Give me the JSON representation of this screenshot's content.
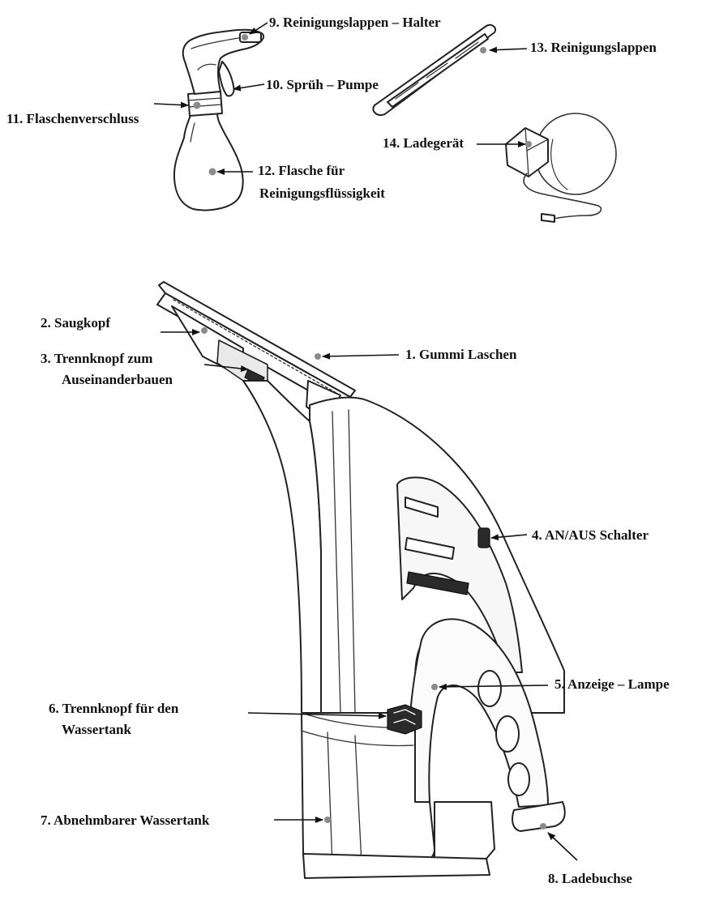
{
  "labels": {
    "l1": "1. Gummi Laschen",
    "l2": "2. Saugkopf",
    "l3a": "3. Trennknopf zum",
    "l3b": "Auseinanderbauen",
    "l4": "4. AN/AUS Schalter",
    "l5": "5. Anzeige – Lampe",
    "l6a": "6. Trennknopf für den",
    "l6b": "Wassertank",
    "l7": "7. Abnehmbarer Wassertank",
    "l8": "8. Ladebuchse",
    "l9": "9. Reinigungslappen – Halter",
    "l10": "10. Sprüh – Pumpe",
    "l11": "11. Flaschenverschluss",
    "l12a": "12. Flasche für",
    "l12b": "Reinigungsflüssigkeit",
    "l13": "13. Reinigungslappen",
    "l14": "14. Ladegerät"
  }
}
